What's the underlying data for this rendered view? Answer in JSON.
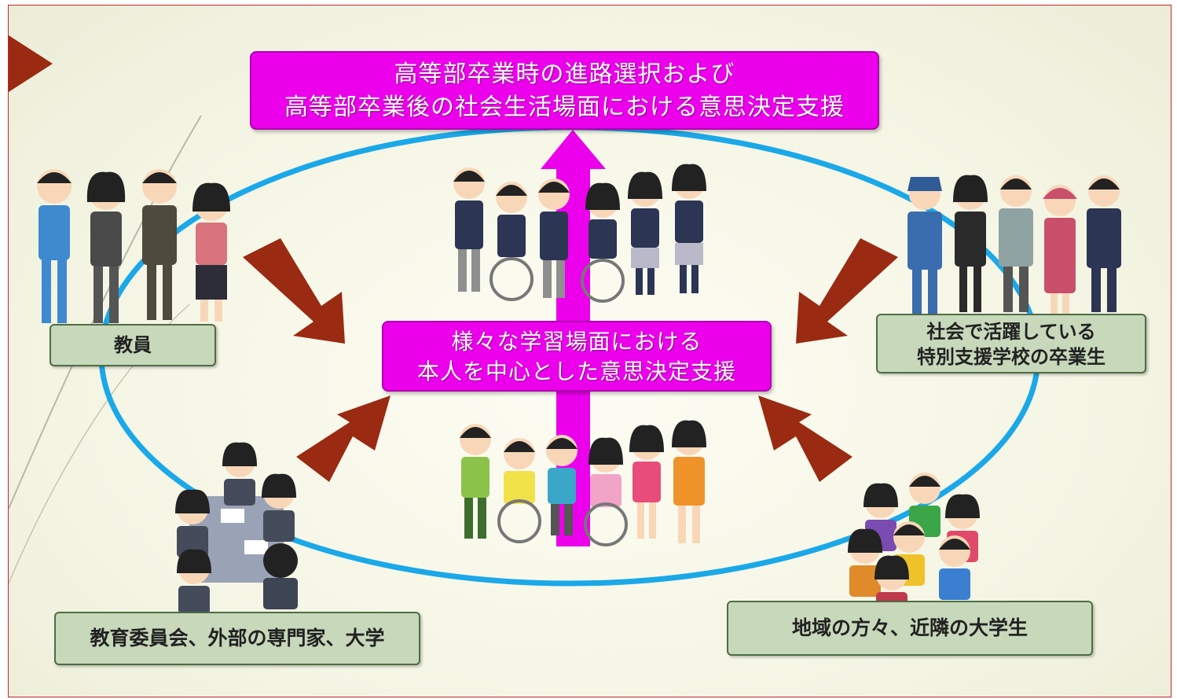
{
  "colors": {
    "magenta": "#ec00ec",
    "arrow_brown": "#9a2a12",
    "cycle_blue": "#1ba8e8",
    "label_green": "#c7d8bb",
    "label_border": "#4f6d44"
  },
  "goal": {
    "line1": "高等部卒業時の進路選択および",
    "line2": "高等部卒業後の社会生活場面における意思決定支援"
  },
  "center": {
    "line1": "様々な学習場面における",
    "line2": "本人を中心とした意思決定支援"
  },
  "labels": {
    "teachers": "教員",
    "graduates_line1": "社会で活躍している",
    "graduates_line2": "特別支援学校の卒業生",
    "board": "教育委員会、外部の専門家、大学",
    "community": "地域の方々、近隣の大学生"
  }
}
